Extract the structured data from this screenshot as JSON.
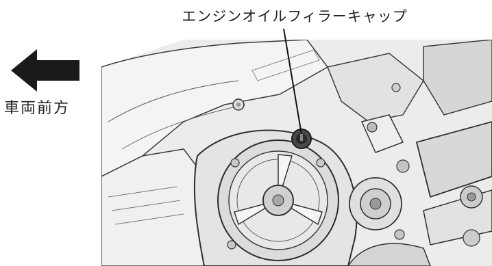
{
  "callout": {
    "part_label": "エンジンオイルフィラーキャップ"
  },
  "direction": {
    "label": "車両前方",
    "arrow_icon": "left-arrow-icon"
  },
  "illustration": {
    "subject": "scooter-engine-side-view",
    "colors": {
      "line": "#3a3a3a",
      "shade": "#d9d9d9",
      "background": "#ffffff"
    }
  }
}
